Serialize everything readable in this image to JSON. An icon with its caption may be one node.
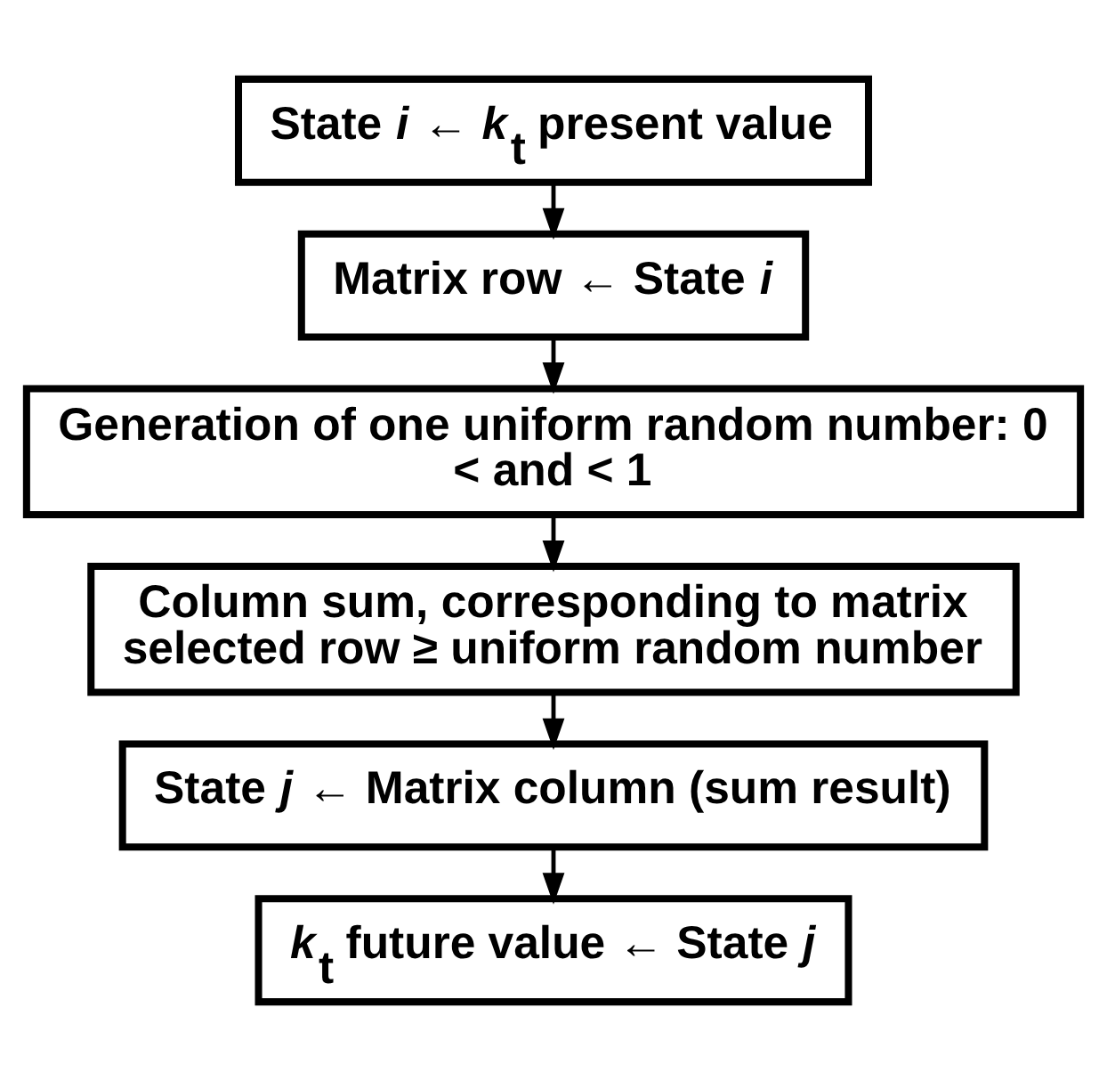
{
  "diagram": {
    "nodes": [
      {
        "text": [
          "State *i* ← *k*$_{t}$ present value"
        ]
      },
      {
        "text": [
          "Matrix row ← State *i*"
        ]
      },
      {
        "text": [
          "Generation of one uniform random number: 0 < and < 1"
        ]
      },
      {
        "text": [
          "Column sum, corresponding to matrix selected row ≥ uniform random number"
        ]
      },
      {
        "text": [
          "State *j* ← Matrix column (sum result)"
        ]
      },
      {
        "text": [
          "*k*$_{t}$ future value ← State *j*"
        ]
      }
    ],
    "edges": [
      {
        "from": 0,
        "to": 1,
        "arrow": "to"
      },
      {
        "from": 1,
        "to": 2,
        "arrow": "to"
      },
      {
        "from": 2,
        "to": 3,
        "arrow": "to"
      },
      {
        "from": 3,
        "to": 4,
        "arrow": "to"
      },
      {
        "from": 4,
        "to": 5,
        "arrow": "to"
      }
    ]
  }
}
